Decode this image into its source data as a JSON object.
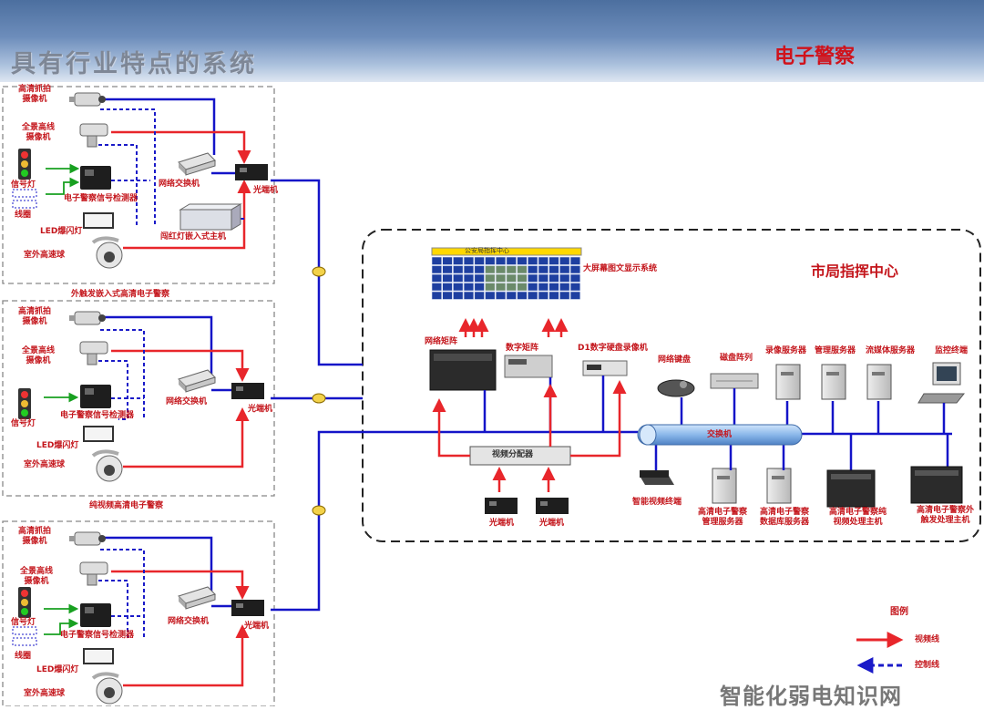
{
  "header": {
    "title": "具有行业特点的系统",
    "subtitle": "电子警察"
  },
  "groups": [
    {
      "caption": "外触发嵌入式高清电子警察",
      "hd_camera": "高清抓拍\n摄像机",
      "panorama_camera": "全景高线\n摄像机",
      "signal_light": "信号灯",
      "loop": "线圈",
      "detector": "电子警察信号检测器",
      "led": "LED爆闪灯",
      "dome": "室外高速球",
      "switch": "网络交换机",
      "optical": "光端机",
      "host": "闯红灯嵌入式主机"
    },
    {
      "caption": "纯视频高清电子警察",
      "hd_camera": "高清抓拍\n摄像机",
      "panorama_camera": "全景高线\n摄像机",
      "signal_light": "信号灯",
      "detector": "电子警察信号检测器",
      "led": "LED爆闪灯",
      "dome": "室外高速球",
      "switch": "网络交换机",
      "optical": "光端机"
    },
    {
      "hd_camera": "高清抓拍\n摄像机",
      "panorama_camera": "全景高线\n摄像机",
      "signal_light": "信号灯",
      "loop": "线圈",
      "detector": "电子警察信号检测器",
      "led": "LED爆闪灯",
      "dome": "室外高速球",
      "switch": "网络交换机",
      "optical": "光端机"
    }
  ],
  "center": {
    "title": "市局指挥中心",
    "screen_header": "公安局指挥中心",
    "video_wall": "大屏幕图文显示系统",
    "matrix": "网络矩阵",
    "digital_matrix": "数字矩阵",
    "dvr": "D1数字硬盘录像机",
    "keyboard": "网络键盘",
    "disk_array": "磁盘阵列",
    "record_server": "录像服务器",
    "mgmt_server": "管理服务器",
    "stream_server": "流媒体服务器",
    "monitor_terminal": "监控终端",
    "switch": "交换机",
    "splitter": "视频分配器",
    "optical1": "光端机",
    "optical2": "光端机",
    "smart_terminal": "智能视频终端",
    "police_mgmt_server": "高清电子警察\n管理服务器",
    "police_db_server": "高清电子警察\n数据库服务器",
    "police_video_host": "高清电子警察纯\n视频处理主机",
    "police_trigger_host": "高清电子警察外\n触发处理主机"
  },
  "legend": {
    "title": "图例",
    "video": "视频线",
    "control": "控制线"
  },
  "watermark": "智能化弱电知识网",
  "colors": {
    "video_line": "#e8262b",
    "network_line": "#1414c8",
    "control_line": "#1a1ac8",
    "signal_line": "#18a020",
    "label": "#c4161c"
  }
}
